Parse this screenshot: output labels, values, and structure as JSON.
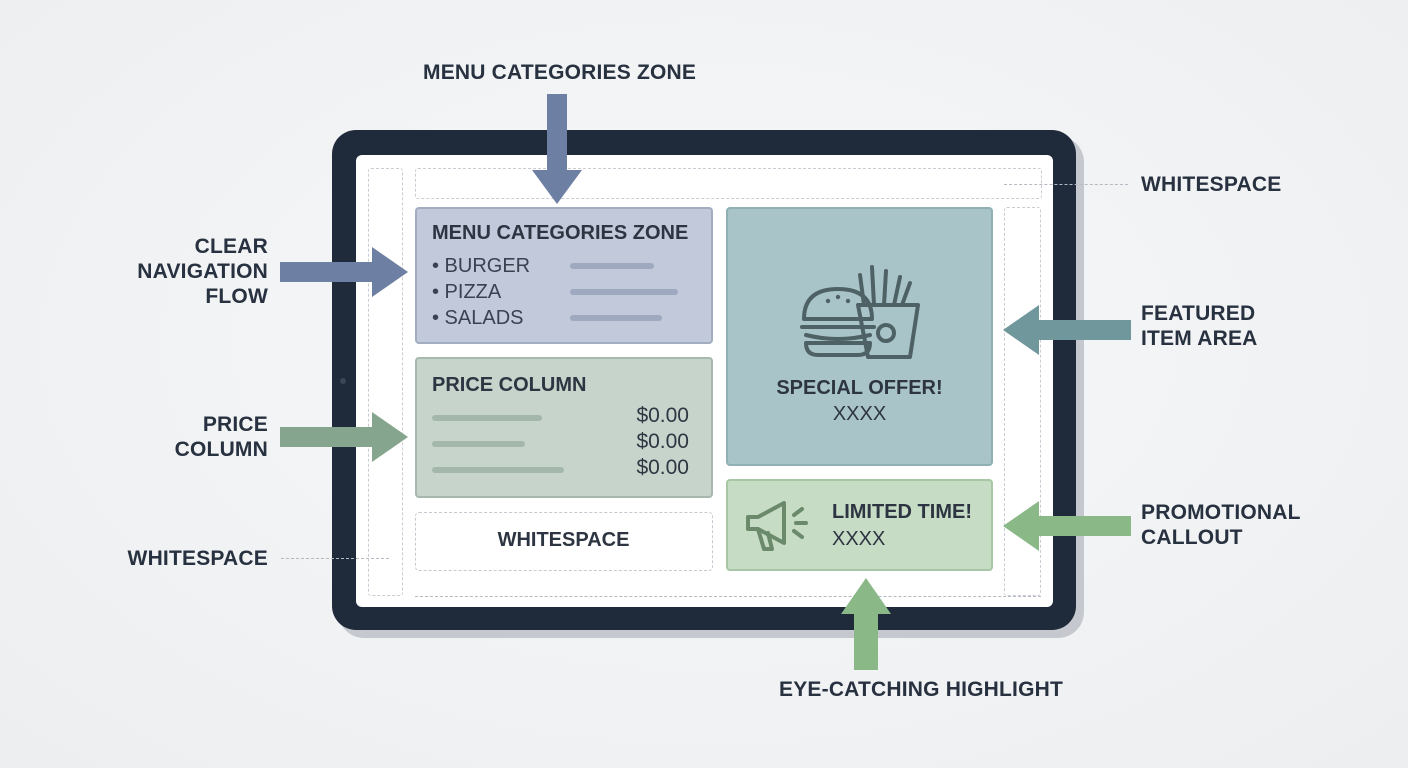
{
  "callouts": {
    "top": "MENU CATEGORIES ZONE",
    "bottom": "EYE-CATCHING HIGHLIGHT",
    "left_nav": [
      "CLEAR",
      "NAVIGATION",
      "FLOW"
    ],
    "left_price": [
      "PRICE",
      "COLUMN"
    ],
    "left_ws": "WHITESPACE",
    "right_ws": "WHITESPACE",
    "right_featured": [
      "FEATURED",
      "ITEM AREA"
    ],
    "right_promo": [
      "PROMOTIONAL",
      "CALLOUT"
    ]
  },
  "categories_panel": {
    "title": "MENU CATEGORIES ZONE",
    "items": [
      "• BURGER",
      "• PIZZA",
      "• SALADS"
    ]
  },
  "price_panel": {
    "title": "PRICE COLUMN",
    "prices": [
      "$0.00",
      "$0.00",
      "$0.00"
    ]
  },
  "featured_panel": {
    "headline": "SPECIAL OFFER!",
    "subtext": "XXXX",
    "icon": "burger-fries-icon"
  },
  "promo_panel": {
    "headline": "LIMITED TIME!",
    "subtext": "XXXX",
    "icon": "megaphone-icon"
  },
  "whitespace_panel": {
    "label": "WHITESPACE"
  },
  "colors": {
    "tablet_frame": "#1f2a3a",
    "blue_arrow": "#6d7fa3",
    "green_arrow": "#86a58e",
    "teal_arrow": "#6f979c",
    "bright_green_arrow": "#8ab887",
    "categories_fill": "#c1c9da",
    "price_fill": "#c6d4cc",
    "featured_fill": "#a9c4c8",
    "promo_fill": "#c6dcc4"
  }
}
